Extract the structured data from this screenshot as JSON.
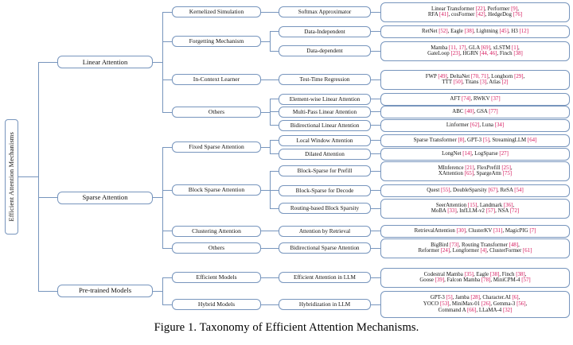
{
  "caption": "Figure 1. Taxonomy of Efficient Attention Mechanisms.",
  "colors": {
    "border": "#7795bd",
    "citation": "#d4145a",
    "text": "#111111"
  },
  "root": {
    "label": "Efficient Attention Mechanisms"
  },
  "level1": [
    {
      "id": "linear-attention",
      "label": "Linear Attention"
    },
    {
      "id": "sparse-attention",
      "label": "Sparse Attention"
    },
    {
      "id": "pre-trained-models",
      "label": "Pre-trained Models"
    }
  ],
  "level2": [
    {
      "id": "kernelized-simulation",
      "label": "Kernelized Simulation"
    },
    {
      "id": "forgetting-mechanism",
      "label": "Forgetting Mechanism"
    },
    {
      "id": "in-context-learner",
      "label": "In-Context Learner"
    },
    {
      "id": "others-linear",
      "label": "Others"
    },
    {
      "id": "fixed-sparse-attention",
      "label": "Fixed Sparse Attention"
    },
    {
      "id": "block-sparse-attention",
      "label": "Block Sparse Attention"
    },
    {
      "id": "clustering-attention",
      "label": "Clustering Attention"
    },
    {
      "id": "others-sparse",
      "label": "Others"
    },
    {
      "id": "efficient-models",
      "label": "Efficient Models"
    },
    {
      "id": "hybrid-models",
      "label": "Hybrid Models"
    }
  ],
  "level3": [
    {
      "id": "softmax-approximator",
      "label": "Softmax Approximator"
    },
    {
      "id": "data-independent",
      "label": "Data-Independent"
    },
    {
      "id": "data-dependent",
      "label": "Data-dependent"
    },
    {
      "id": "test-time-regression",
      "label": "Test-Time Regression"
    },
    {
      "id": "element-wise-linear-attention",
      "label": "Element-wise Linear Attention"
    },
    {
      "id": "multi-pass-linear-attention",
      "label": "Multi-Pass Linear Attention"
    },
    {
      "id": "bidirectional-linear-attention",
      "label": "Bidirectional Linear Attention"
    },
    {
      "id": "local-window-attention",
      "label": "Local Window Attention"
    },
    {
      "id": "dilated-attention",
      "label": "Dilated Attention"
    },
    {
      "id": "block-sparse-for-prefill",
      "label": "Block-Sparse for Prefill"
    },
    {
      "id": "block-sparse-for-decode",
      "label": "Block-Sparse for Decode"
    },
    {
      "id": "routing-based-block-sparsity",
      "label": "Routing-based Block Sparsity"
    },
    {
      "id": "attention-by-retrieval",
      "label": "Attention by Retrieval"
    },
    {
      "id": "bidirectional-sparse-attention",
      "label": "Bidirectional Sparse Attention"
    },
    {
      "id": "efficient-attention-in-llm",
      "label": "Efficient Attention in LLM"
    },
    {
      "id": "hybridization-in-llm",
      "label": "Hybridization in LLM"
    }
  ],
  "leaves": [
    {
      "id": "leaf-softmax-approximator",
      "lines": [
        [
          {
            "t": "Linear Transformer "
          },
          {
            "t": "[22]",
            "c": 1
          },
          {
            "t": ", Performer "
          },
          {
            "t": "[9]",
            "c": 1
          },
          {
            "t": ","
          }
        ],
        [
          {
            "t": "RFA "
          },
          {
            "t": "[41]",
            "c": 1
          },
          {
            "t": ", cosFormer "
          },
          {
            "t": "[42]",
            "c": 1
          },
          {
            "t": ", HedgeDog "
          },
          {
            "t": "[76]",
            "c": 1
          }
        ]
      ]
    },
    {
      "id": "leaf-data-independent",
      "lines": [
        [
          {
            "t": "RetNet "
          },
          {
            "t": "[52]",
            "c": 1
          },
          {
            "t": ", Eagle "
          },
          {
            "t": "[38]",
            "c": 1
          },
          {
            "t": ", Lightning "
          },
          {
            "t": "[45]",
            "c": 1
          },
          {
            "t": ", H3 "
          },
          {
            "t": "[12]",
            "c": 1
          }
        ]
      ]
    },
    {
      "id": "leaf-data-dependent",
      "lines": [
        [
          {
            "t": "Mamba "
          },
          {
            "t": "[11, 17]",
            "c": 1
          },
          {
            "t": ", GLA "
          },
          {
            "t": "[69]",
            "c": 1
          },
          {
            "t": ", xLSTM "
          },
          {
            "t": "[1]",
            "c": 1
          },
          {
            "t": ","
          }
        ],
        [
          {
            "t": "GateLoop "
          },
          {
            "t": "[23]",
            "c": 1
          },
          {
            "t": ", HGRN "
          },
          {
            "t": "[44, 46]",
            "c": 1
          },
          {
            "t": ", Finch "
          },
          {
            "t": "[38]",
            "c": 1
          }
        ]
      ]
    },
    {
      "id": "leaf-test-time-regression",
      "lines": [
        [
          {
            "t": "FWP "
          },
          {
            "t": "[49]",
            "c": 1
          },
          {
            "t": ", DeltaNet "
          },
          {
            "t": "[70, 71]",
            "c": 1
          },
          {
            "t": ", Longhorn "
          },
          {
            "t": "[29]",
            "c": 1
          },
          {
            "t": ","
          }
        ],
        [
          {
            "t": "TTT "
          },
          {
            "t": "[50]",
            "c": 1
          },
          {
            "t": ", Titans "
          },
          {
            "t": "[3]",
            "c": 1
          },
          {
            "t": ", Atlas "
          },
          {
            "t": "[2]",
            "c": 1
          }
        ]
      ]
    },
    {
      "id": "leaf-element-wise-linear-attention",
      "lines": [
        [
          {
            "t": "AFT "
          },
          {
            "t": "[74]",
            "c": 1
          },
          {
            "t": ", RWKV "
          },
          {
            "t": "[37]",
            "c": 1
          }
        ]
      ]
    },
    {
      "id": "leaf-multi-pass-linear-attention",
      "lines": [
        [
          {
            "t": "ABC "
          },
          {
            "t": "[40]",
            "c": 1
          },
          {
            "t": ", GSA "
          },
          {
            "t": "[77]",
            "c": 1
          }
        ]
      ]
    },
    {
      "id": "leaf-bidirectional-linear-attention",
      "lines": [
        [
          {
            "t": "Linformer "
          },
          {
            "t": "[62]",
            "c": 1
          },
          {
            "t": ", Luna "
          },
          {
            "t": "[34]",
            "c": 1
          }
        ]
      ]
    },
    {
      "id": "leaf-local-window-attention",
      "lines": [
        [
          {
            "t": "Sparse Transformer "
          },
          {
            "t": "[8]",
            "c": 1
          },
          {
            "t": ",  GPT-3 "
          },
          {
            "t": "[5]",
            "c": 1
          },
          {
            "t": ",  StreamingLLM "
          },
          {
            "t": "[64]",
            "c": 1
          }
        ]
      ]
    },
    {
      "id": "leaf-dilated-attention",
      "lines": [
        [
          {
            "t": "LongNet "
          },
          {
            "t": "[14]",
            "c": 1
          },
          {
            "t": ",  LogSparse "
          },
          {
            "t": "[27]",
            "c": 1
          }
        ]
      ]
    },
    {
      "id": "leaf-block-sparse-for-prefill",
      "lines": [
        [
          {
            "t": "MInference "
          },
          {
            "t": "[21]",
            "c": 1
          },
          {
            "t": ", FlexPrefill "
          },
          {
            "t": "[25]",
            "c": 1
          },
          {
            "t": ","
          }
        ],
        [
          {
            "t": "XAttention "
          },
          {
            "t": "[65]",
            "c": 1
          },
          {
            "t": ", SpargeAttn "
          },
          {
            "t": "[75]",
            "c": 1
          }
        ]
      ]
    },
    {
      "id": "leaf-block-sparse-for-decode",
      "lines": [
        [
          {
            "t": "Quest "
          },
          {
            "t": "[55]",
            "c": 1
          },
          {
            "t": ", DoubleSparsity "
          },
          {
            "t": "[67]",
            "c": 1
          },
          {
            "t": ", ReSA "
          },
          {
            "t": "[54]",
            "c": 1
          }
        ]
      ]
    },
    {
      "id": "leaf-routing-based-block-sparsity",
      "lines": [
        [
          {
            "t": "SeerAttention "
          },
          {
            "t": "[15]",
            "c": 1
          },
          {
            "t": ", Landmark "
          },
          {
            "t": "[36]",
            "c": 1
          },
          {
            "t": ","
          }
        ],
        [
          {
            "t": "MoBA "
          },
          {
            "t": "[33]",
            "c": 1
          },
          {
            "t": ", InfLLM-v2 "
          },
          {
            "t": "[57]",
            "c": 1
          },
          {
            "t": ", NSA "
          },
          {
            "t": "[72]",
            "c": 1
          }
        ]
      ]
    },
    {
      "id": "leaf-attention-by-retrieval",
      "lines": [
        [
          {
            "t": "RetrievalAttention "
          },
          {
            "t": "[30]",
            "c": 1
          },
          {
            "t": ", ClusterKV "
          },
          {
            "t": "[31]",
            "c": 1
          },
          {
            "t": ", MagicPIG "
          },
          {
            "t": "[7]",
            "c": 1
          }
        ]
      ]
    },
    {
      "id": "leaf-bidirectional-sparse-attention",
      "lines": [
        [
          {
            "t": "BigBird "
          },
          {
            "t": "[73]",
            "c": 1
          },
          {
            "t": ", Routing Transformer "
          },
          {
            "t": "[48]",
            "c": 1
          },
          {
            "t": ","
          }
        ],
        [
          {
            "t": "Reformer "
          },
          {
            "t": "[24]",
            "c": 1
          },
          {
            "t": ", Longformer "
          },
          {
            "t": "[4]",
            "c": 1
          },
          {
            "t": ", ClusterFormer "
          },
          {
            "t": "[61]",
            "c": 1
          }
        ]
      ]
    },
    {
      "id": "leaf-efficient-attention-in-llm",
      "lines": [
        [
          {
            "t": "Codestral Mamba "
          },
          {
            "t": "[35]",
            "c": 1
          },
          {
            "t": ", Eagle "
          },
          {
            "t": "[38]",
            "c": 1
          },
          {
            "t": ", Finch "
          },
          {
            "t": "[38]",
            "c": 1
          },
          {
            "t": ","
          }
        ],
        [
          {
            "t": "Goose "
          },
          {
            "t": "[39]",
            "c": 1
          },
          {
            "t": ", Falcon Mamba "
          },
          {
            "t": "[78]",
            "c": 1
          },
          {
            "t": ", MiniCPM-4 "
          },
          {
            "t": "[57]",
            "c": 1
          }
        ]
      ]
    },
    {
      "id": "leaf-hybridization-in-llm",
      "lines": [
        [
          {
            "t": "GPT-3 "
          },
          {
            "t": "[5]",
            "c": 1
          },
          {
            "t": ", Jamba "
          },
          {
            "t": "[28]",
            "c": 1
          },
          {
            "t": ", Character.AI "
          },
          {
            "t": "[6]",
            "c": 1
          },
          {
            "t": ","
          }
        ],
        [
          {
            "t": "YOCO "
          },
          {
            "t": "[53]",
            "c": 1
          },
          {
            "t": ", MiniMax-01 "
          },
          {
            "t": "[26]",
            "c": 1
          },
          {
            "t": ", Gemma-3 "
          },
          {
            "t": "[56]",
            "c": 1
          },
          {
            "t": ","
          }
        ],
        [
          {
            "t": "Command A "
          },
          {
            "t": "[66]",
            "c": 1
          },
          {
            "t": ", LLaMA-4 "
          },
          {
            "t": "[32]",
            "c": 1
          }
        ]
      ]
    }
  ]
}
